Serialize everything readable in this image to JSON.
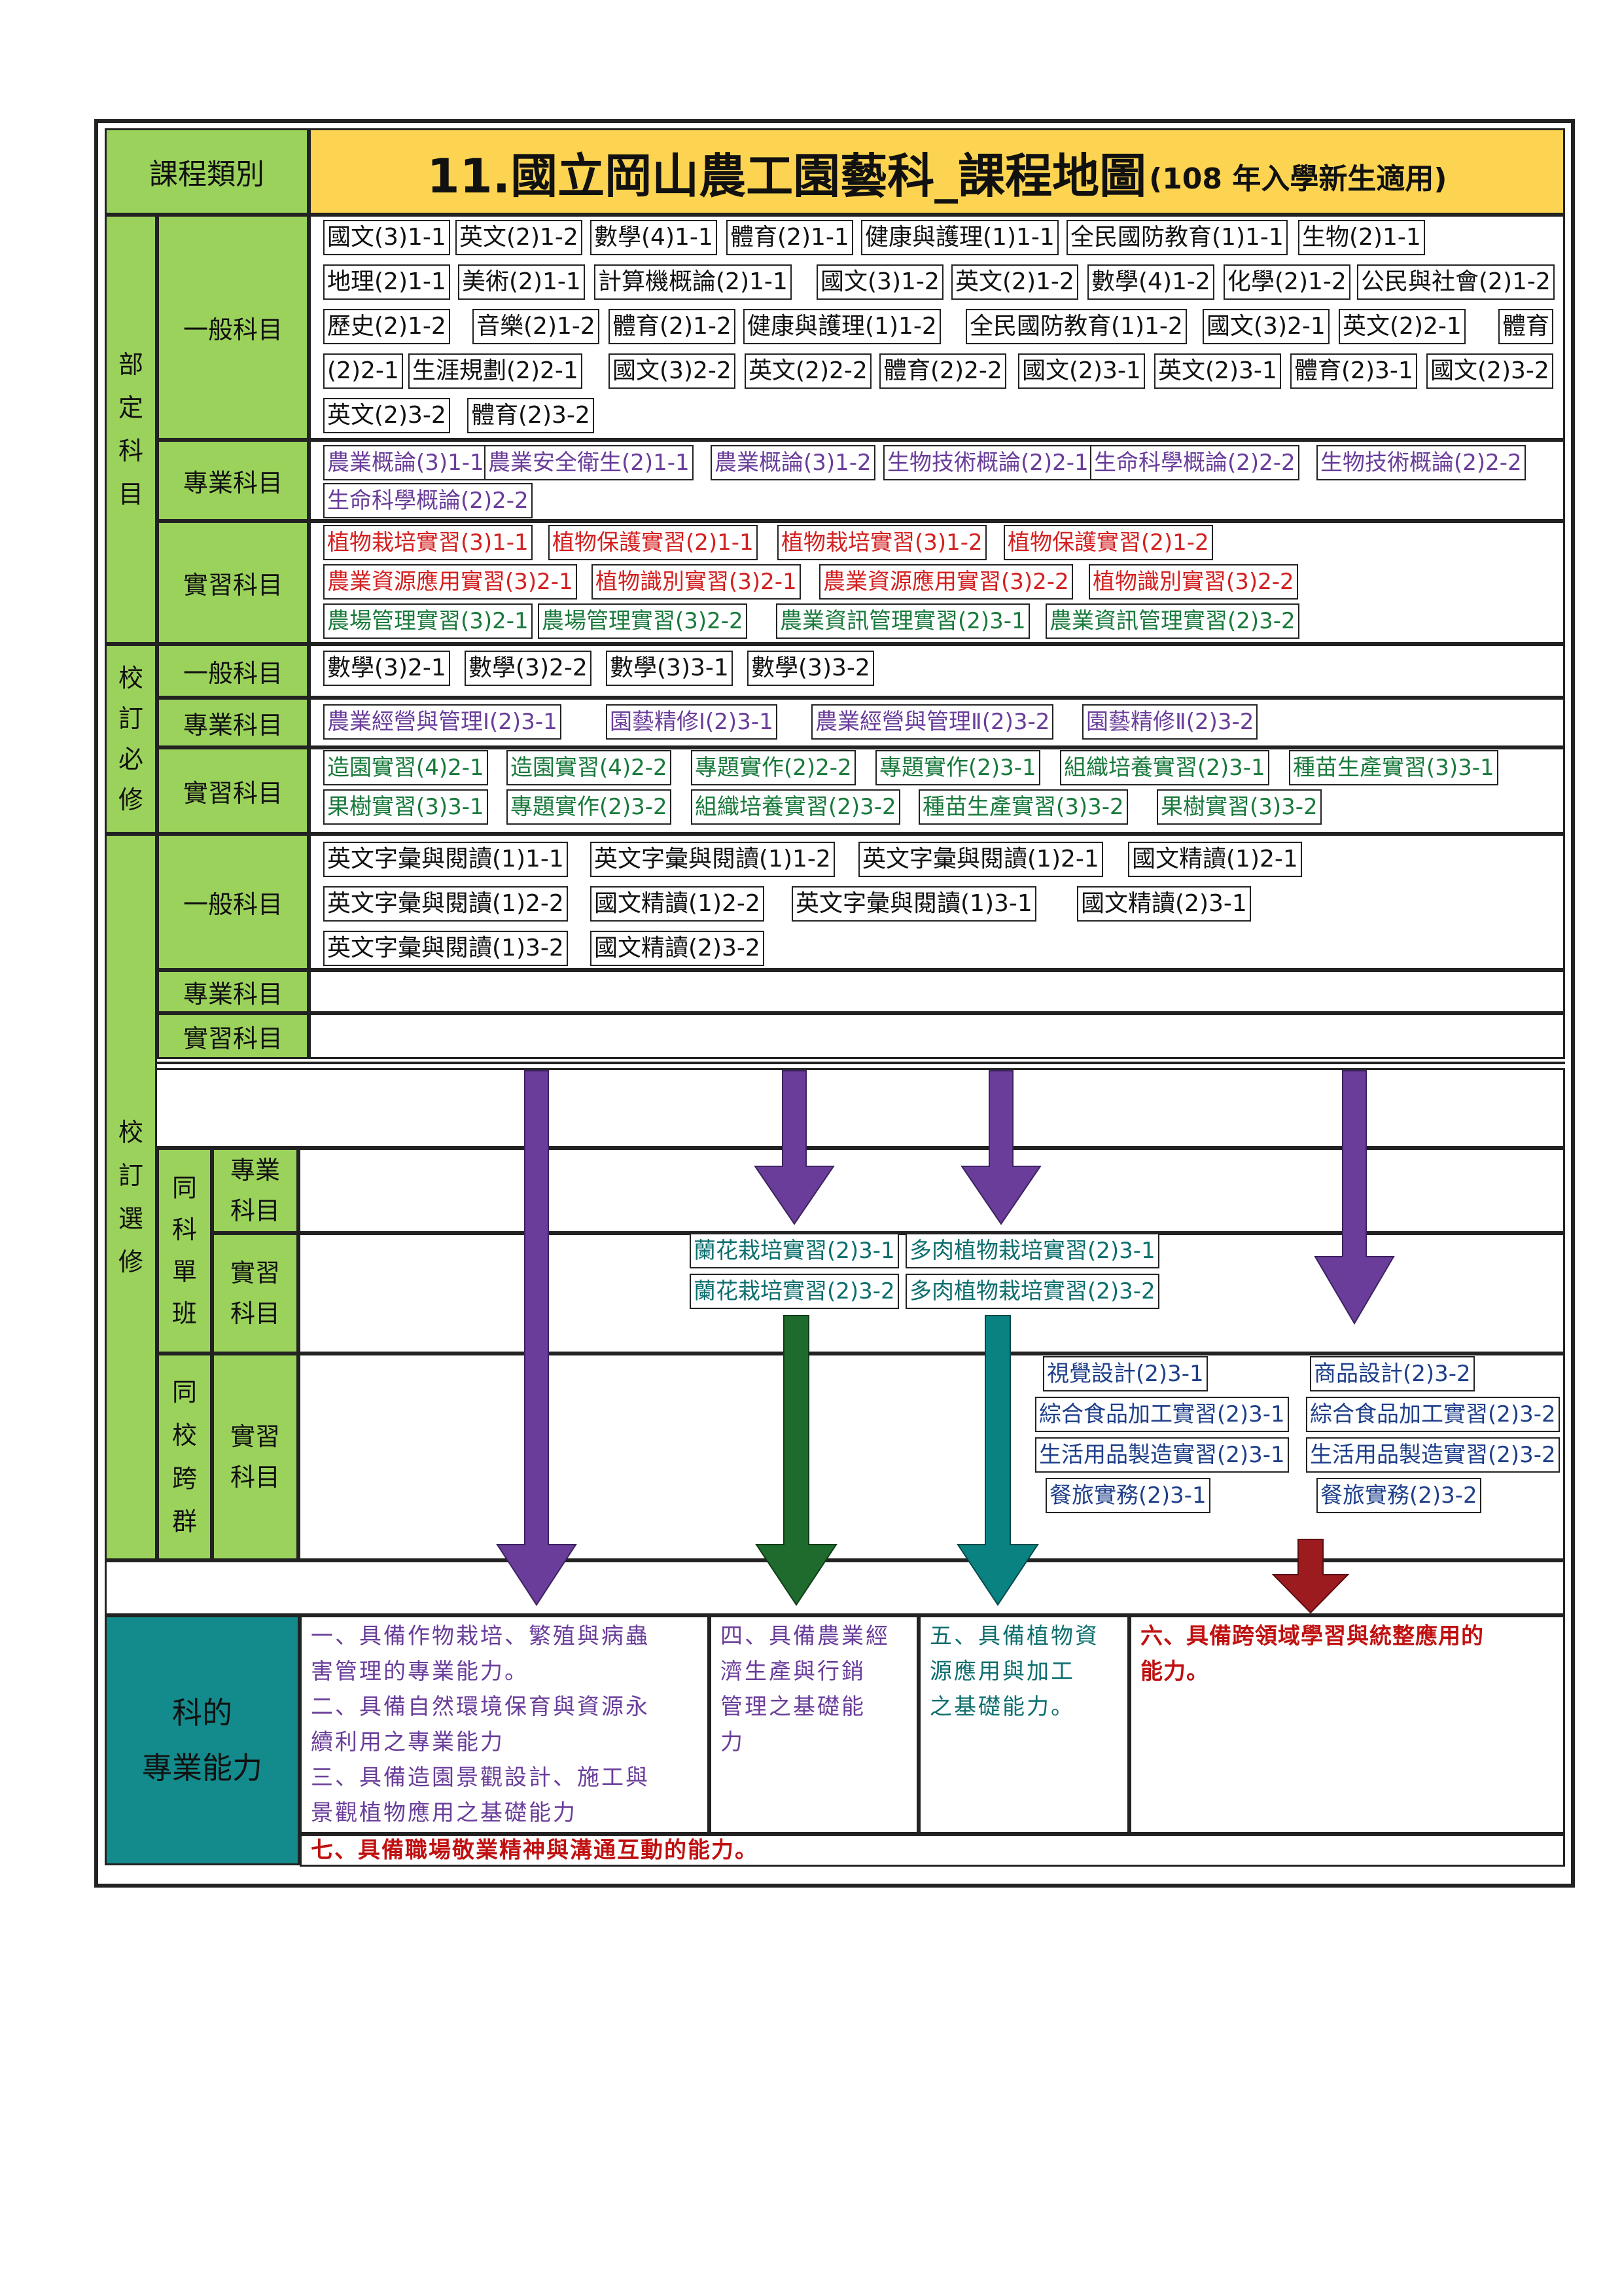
{
  "header": {
    "category_label": "課程類別",
    "title": "11.國立岡山農工園藝科_課程地圖",
    "subtitle": "(108 年入學新生適用)"
  },
  "groups": {
    "ministry": [
      "部",
      "定",
      "科",
      "目"
    ],
    "school_required": [
      "校",
      "訂",
      "必",
      "修"
    ],
    "school_elective": [
      "校",
      "訂",
      "選",
      "修"
    ],
    "same_dept": [
      "同",
      "科",
      "單",
      "班"
    ],
    "cross_group": [
      "同",
      "校",
      "跨",
      "群"
    ]
  },
  "labels": {
    "general": "一般科目",
    "professional": "專業科目",
    "practice": "實習科目",
    "prof_line1": "專業",
    "prof_line2": "科目",
    "prac_line1": "實習",
    "prac_line2": "科目"
  },
  "ministry_general": [
    "國文(3)1-1",
    "英文(2)1-2",
    "數學(4)1-1",
    "體育(2)1-1",
    "健康與護理(1)1-1",
    "全民國防教育(1)1-1",
    "生物(2)1-1",
    "地理(2)1-1",
    "美術(2)1-1",
    "計算機概論(2)1-1",
    "國文(3)1-2",
    "英文(2)1-2",
    "數學(4)1-2",
    "化學(2)1-2",
    "公民與社會(2)1-2",
    "歷史(2)1-2",
    "音樂(2)1-2",
    "體育(2)1-2",
    "健康與護理(1)1-2",
    "全民國防教育(1)1-2",
    "國文(3)2-1",
    "英文(2)2-1",
    "體育",
    "(2)2-1",
    "生涯規劃(2)2-1",
    "國文(3)2-2",
    "英文(2)2-2",
    "體育(2)2-2",
    "國文(2)3-1",
    "英文(2)3-1",
    "體育(2)3-1",
    "國文(2)3-2",
    "英文(2)3-2",
    "體育(2)3-2"
  ],
  "ministry_professional": [
    "農業概論(3)1-1",
    "農業安全衛生(2)1-1",
    "農業概論(3)1-2",
    "生物技術概論(2)2-1",
    "生命科學概論(2)2-2",
    "生物技術概論(2)2-2",
    "生命科學概論(2)2-2"
  ],
  "ministry_practice": [
    "植物栽培實習(3)1-1",
    "植物保護實習(2)1-1",
    "植物栽培實習(3)1-2",
    "植物保護實習(2)1-2",
    "農業資源應用實習(3)2-1",
    "植物識別實習(3)2-1",
    "農業資源應用實習(3)2-2",
    "植物識別實習(3)2-2",
    "農場管理實習(3)2-1",
    "農場管理實習(3)2-2",
    "農業資訊管理實習(2)3-1",
    "農業資訊管理實習(2)3-2"
  ],
  "required_general": [
    "數學(3)2-1",
    "數學(3)2-2",
    "數學(3)3-1",
    "數學(3)3-2"
  ],
  "required_professional": [
    "農業經營與管理Ⅰ(2)3-1",
    "園藝精修Ⅰ(2)3-1",
    "農業經營與管理Ⅱ(2)3-2",
    "園藝精修Ⅱ(2)3-2"
  ],
  "required_practice": [
    "造園實習(4)2-1",
    "造園實習(4)2-2",
    "專題實作(2)2-2",
    "專題實作(2)3-1",
    "組織培養實習(2)3-1",
    "種苗生產實習(3)3-1",
    "果樹實習(3)3-1",
    "專題實作(2)3-2",
    "組織培養實習(2)3-2",
    "種苗生產實習(3)3-2",
    "果樹實習(3)3-2"
  ],
  "elective_general": [
    "英文字彙與閱讀(1)1-1",
    "英文字彙與閱讀(1)1-2",
    "英文字彙與閱讀(1)2-1",
    "國文精讀(1)2-1",
    "英文字彙與閱讀(1)2-2",
    "國文精讀(1)2-2",
    "英文字彙與閱讀(1)3-1",
    "國文精讀(2)3-1",
    "英文字彙與閱讀(1)3-2",
    "國文精讀(2)3-2"
  ],
  "same_dept_practice": [
    "蘭花栽培實習(2)3-1",
    "多肉植物栽培實習(2)3-1",
    "蘭花栽培實習(2)3-2",
    "多肉植物栽培實習(2)3-2"
  ],
  "cross_group_practice": [
    "視覺設計(2)3-1",
    "商品設計(2)3-2",
    "綜合食品加工實習(2)3-1",
    "綜合食品加工實習(2)3-2",
    "生活用品製造實習(2)3-1",
    "生活用品製造實習(2)3-2",
    "餐旅實務(2)3-1",
    "餐旅實務(2)3-2"
  ],
  "abilities": {
    "label_line1": "科的",
    "label_line2": "專業能力",
    "col1": [
      "一、具備作物栽培、繁殖與病蟲",
      "害管理的專業能力。",
      "二、具備自然環境保育與資源永",
      "續利用之專業能力",
      "三、具備造園景觀設計、施工與",
      "景觀植物應用之基礎能力"
    ],
    "col2": [
      "四、具備農業經",
      "濟生產與行銷",
      "管理之基礎能",
      "力"
    ],
    "col3": [
      "五、具備植物資",
      "源應用與加工",
      "之基礎能力。"
    ],
    "col4": [
      "六、具備跨領域學習與統整應用的",
      "能力。"
    ],
    "row7": "七、具備職場敬業精神與溝通互動的能力。"
  },
  "colors": {
    "header_green": "#9bd25b",
    "title_yellow": "#fdd451",
    "ability_teal": "#138a8b",
    "arrow_purple": "#6a3d9a",
    "arrow_green": "#1e6b2d",
    "arrow_teal": "#0a8282",
    "arrow_red": "#9b1b1f"
  }
}
